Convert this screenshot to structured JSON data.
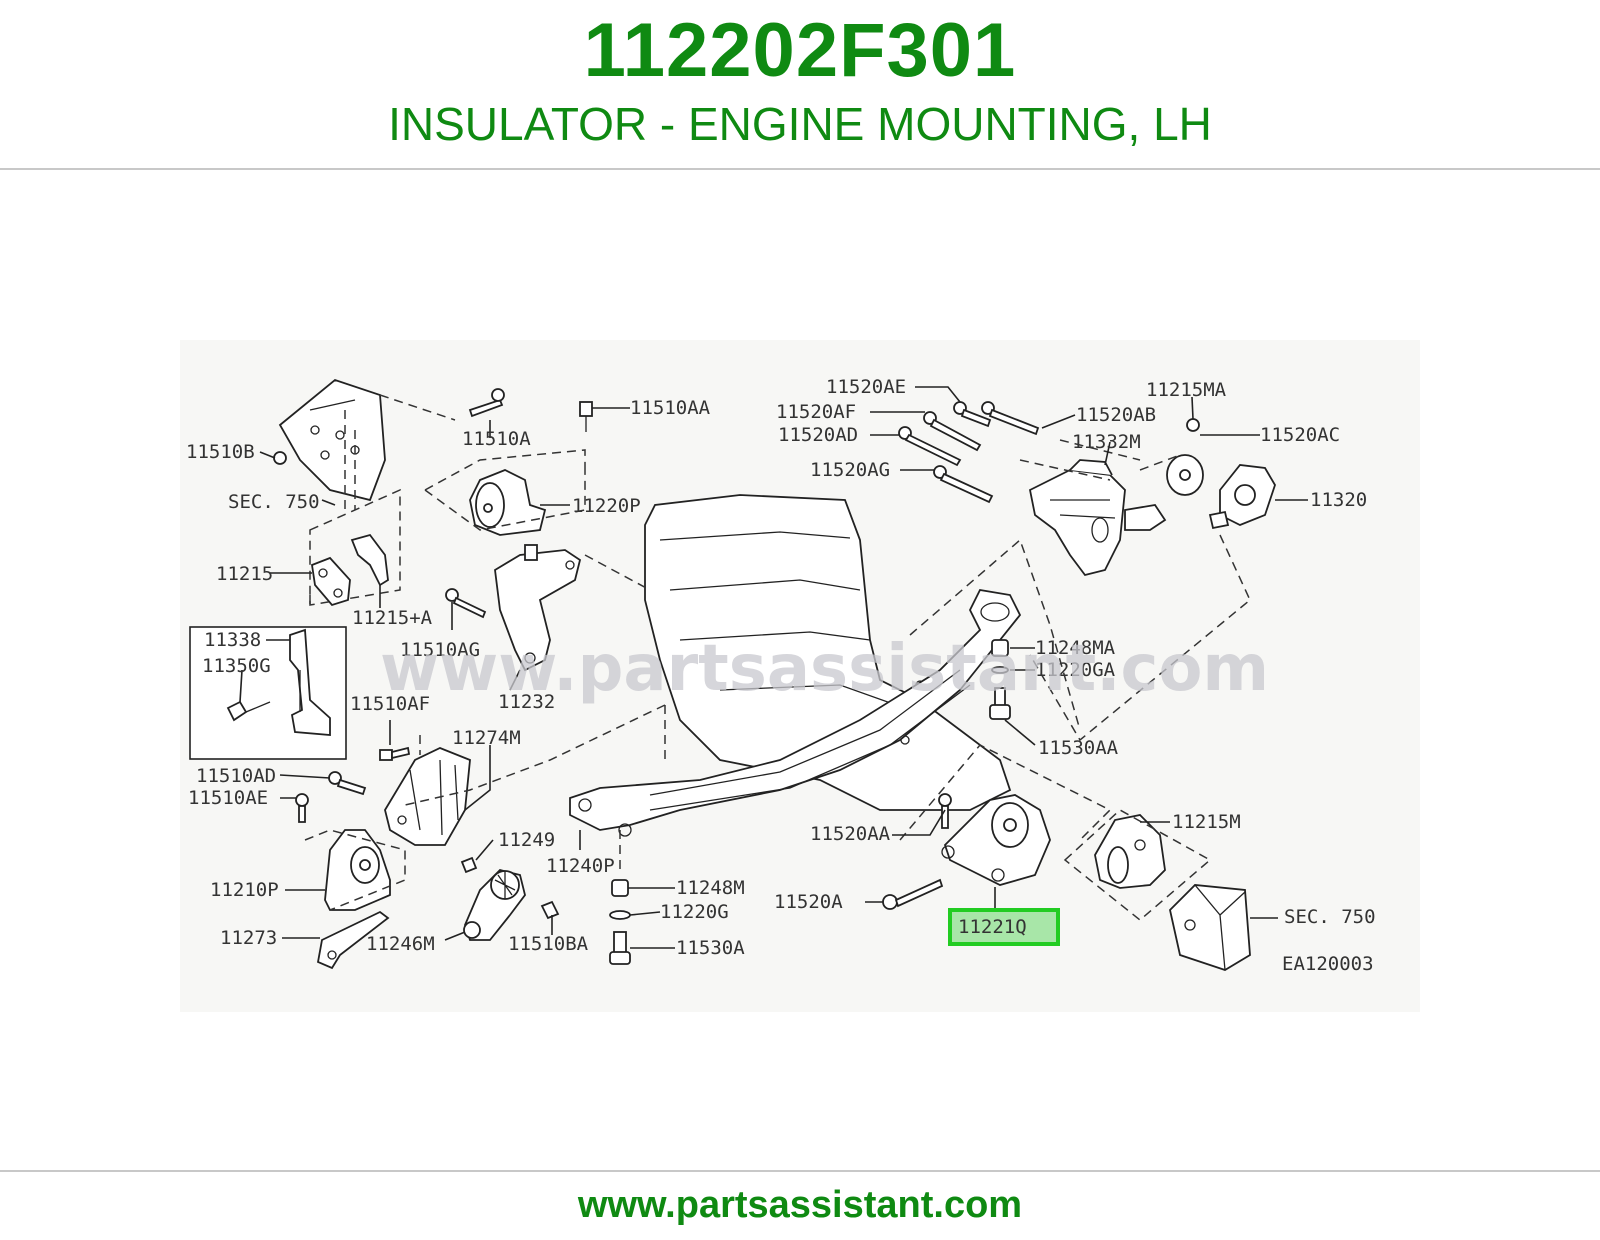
{
  "header": {
    "part_number": "112202F301",
    "description": "INSULATOR - ENGINE MOUNTING, LH"
  },
  "footer": {
    "url": "www.partsassistant.com"
  },
  "diagram": {
    "watermark": "www.partsassistant.com",
    "diagram_code": "EA120003",
    "highlighted_part": "11221Q",
    "highlight_color": "#22cc22",
    "callouts": {
      "p11510B": "11510B",
      "sec750_left": "SEC. 750",
      "p11510A": "11510A",
      "p11510AA": "11510AA",
      "p11220P": "11220P",
      "p11215": "11215",
      "p11215A": "11215+A",
      "p11338": "11338",
      "p11350G": "11350G",
      "p11510AG": "11510AG",
      "p11232": "11232",
      "p11510AF": "11510AF",
      "p11274M": "11274M",
      "p11510AD": "11510AD",
      "p11510AE": "11510AE",
      "p11249": "11249",
      "p11240P": "11240P",
      "p11210P": "11210P",
      "p11273": "11273",
      "p11246M": "11246M",
      "p11510BA": "11510BA",
      "p11248M": "11248M",
      "p11220G": "11220G",
      "p11530A": "11530A",
      "p11520AE": "11520AE",
      "p11520AF": "11520AF",
      "p11520AD": "11520AD",
      "p11520AG": "11520AG",
      "p11520AB": "11520AB",
      "p11332M": "11332M",
      "p11215MA": "11215MA",
      "p11520AC": "11520AC",
      "p11320": "11320",
      "p11248MA": "11248MA",
      "p11220GA": "11220GA",
      "p11530AA": "11530AA",
      "p11520AA": "11520AA",
      "p11215M": "11215M",
      "p11520A": "11520A",
      "sec750_right": "SEC. 750"
    }
  }
}
